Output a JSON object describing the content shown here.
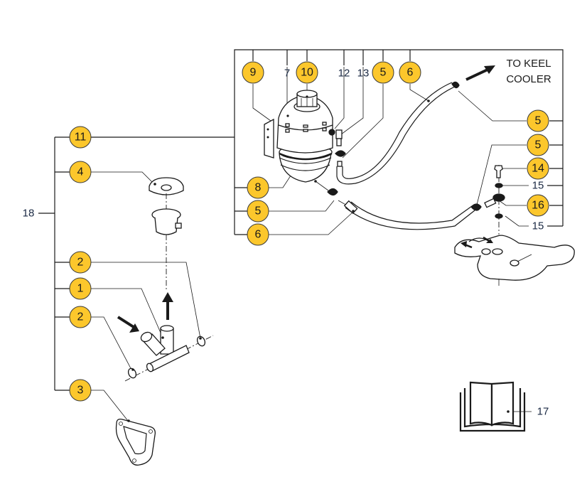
{
  "diagram": {
    "title": "Keel cooler expansion tank assembly – exploded parts view",
    "colors": {
      "callout_fill": "#fcc72c",
      "callout_stroke": "#3a3a3a",
      "line": "#1a1a1a",
      "plain_label": "#1b2a44"
    },
    "annotation": {
      "line1": "TO KEEL",
      "line2": "COOLER"
    },
    "group_label": "18",
    "callouts": {
      "c9": "9",
      "c7": "7",
      "c10": "10",
      "c12": "12",
      "c13": "13",
      "c5_top": "5",
      "c6_top": "6",
      "c5_right_a": "5",
      "c5_right_b": "5",
      "c14": "14",
      "c15_a": "15",
      "c16": "16",
      "c15_b": "15",
      "c11": "11",
      "c4": "4",
      "c8": "8",
      "c5_mid": "5",
      "c6_mid": "6",
      "c2_a": "2",
      "c1": "1",
      "c2_b": "2",
      "c3": "3",
      "c17": "17"
    },
    "parts": [
      {
        "number": "1",
        "description": "Tee fitting (thermostat housing outlet)",
        "style": "callout"
      },
      {
        "number": "2",
        "description": "O-ring",
        "style": "callout"
      },
      {
        "number": "3",
        "description": "Gasket",
        "style": "callout"
      },
      {
        "number": "4",
        "description": "Pressure cap",
        "style": "callout"
      },
      {
        "number": "5",
        "description": "Hose clamp",
        "style": "callout"
      },
      {
        "number": "6",
        "description": "Hose",
        "style": "callout"
      },
      {
        "number": "7",
        "description": "Expansion tank",
        "style": "plain"
      },
      {
        "number": "8",
        "description": "Strap / band",
        "style": "callout"
      },
      {
        "number": "9",
        "description": "Bracket",
        "style": "callout"
      },
      {
        "number": "10",
        "description": "Filler cap",
        "style": "callout"
      },
      {
        "number": "11",
        "description": "Expansion tank assembly",
        "style": "callout"
      },
      {
        "number": "12",
        "description": "Fitting",
        "style": "plain"
      },
      {
        "number": "13",
        "description": "Elbow fitting",
        "style": "plain"
      },
      {
        "number": "14",
        "description": "Banjo bolt",
        "style": "callout"
      },
      {
        "number": "15",
        "description": "Sealing washer",
        "style": "plain"
      },
      {
        "number": "16",
        "description": "Banjo fitting",
        "style": "callout"
      },
      {
        "number": "17",
        "description": "Instruction manual",
        "style": "plain"
      },
      {
        "number": "18",
        "description": "Kit",
        "style": "plain"
      }
    ]
  }
}
